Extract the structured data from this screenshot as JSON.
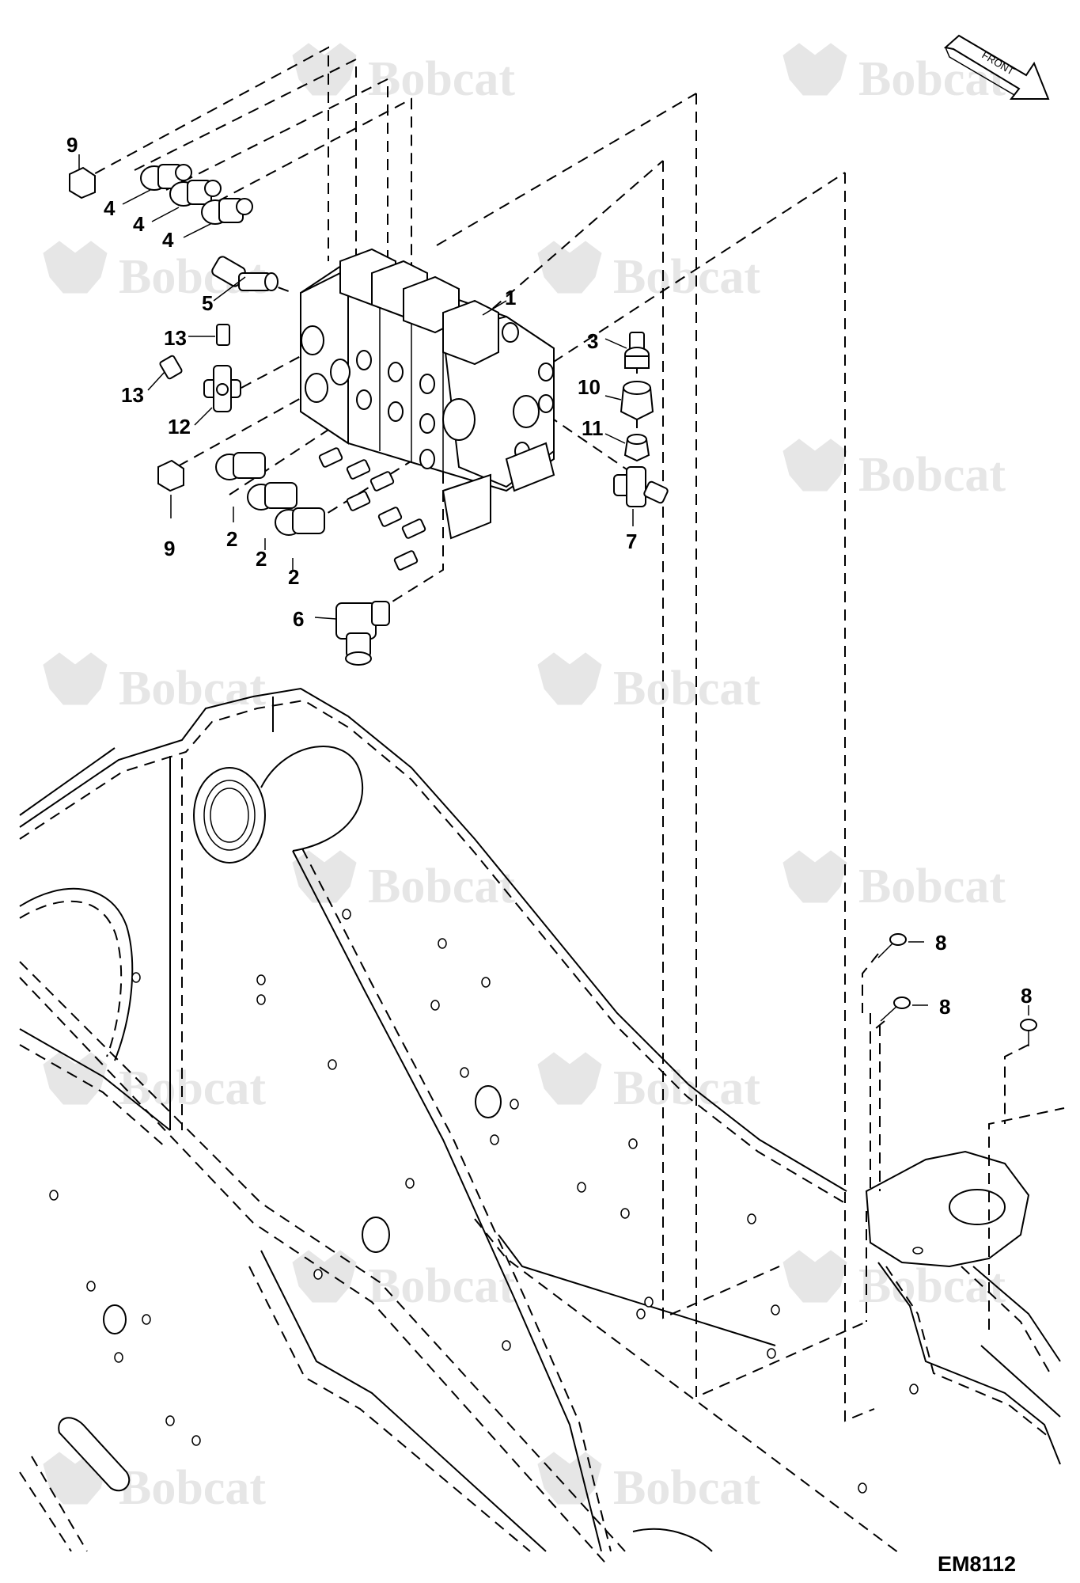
{
  "watermark": {
    "text": "Bobcat",
    "color": "#e6e6e6",
    "icon": "bobcat-logo-icon"
  },
  "orientation": {
    "label": "FRONT",
    "icon": "front-arrow-icon"
  },
  "figure_code": "EM8112",
  "callouts": {
    "c1": "1",
    "c2a": "2",
    "c2b": "2",
    "c2c": "2",
    "c3": "3",
    "c4a": "4",
    "c4b": "4",
    "c4c": "4",
    "c5": "5",
    "c6": "6",
    "c7": "7",
    "c8a": "8",
    "c8b": "8",
    "c8c": "8",
    "c9a": "9",
    "c9b": "9",
    "c10": "10",
    "c11": "11",
    "c12": "12",
    "c13a": "13",
    "c13b": "13"
  },
  "colors": {
    "line": "#000000",
    "background": "#ffffff"
  }
}
